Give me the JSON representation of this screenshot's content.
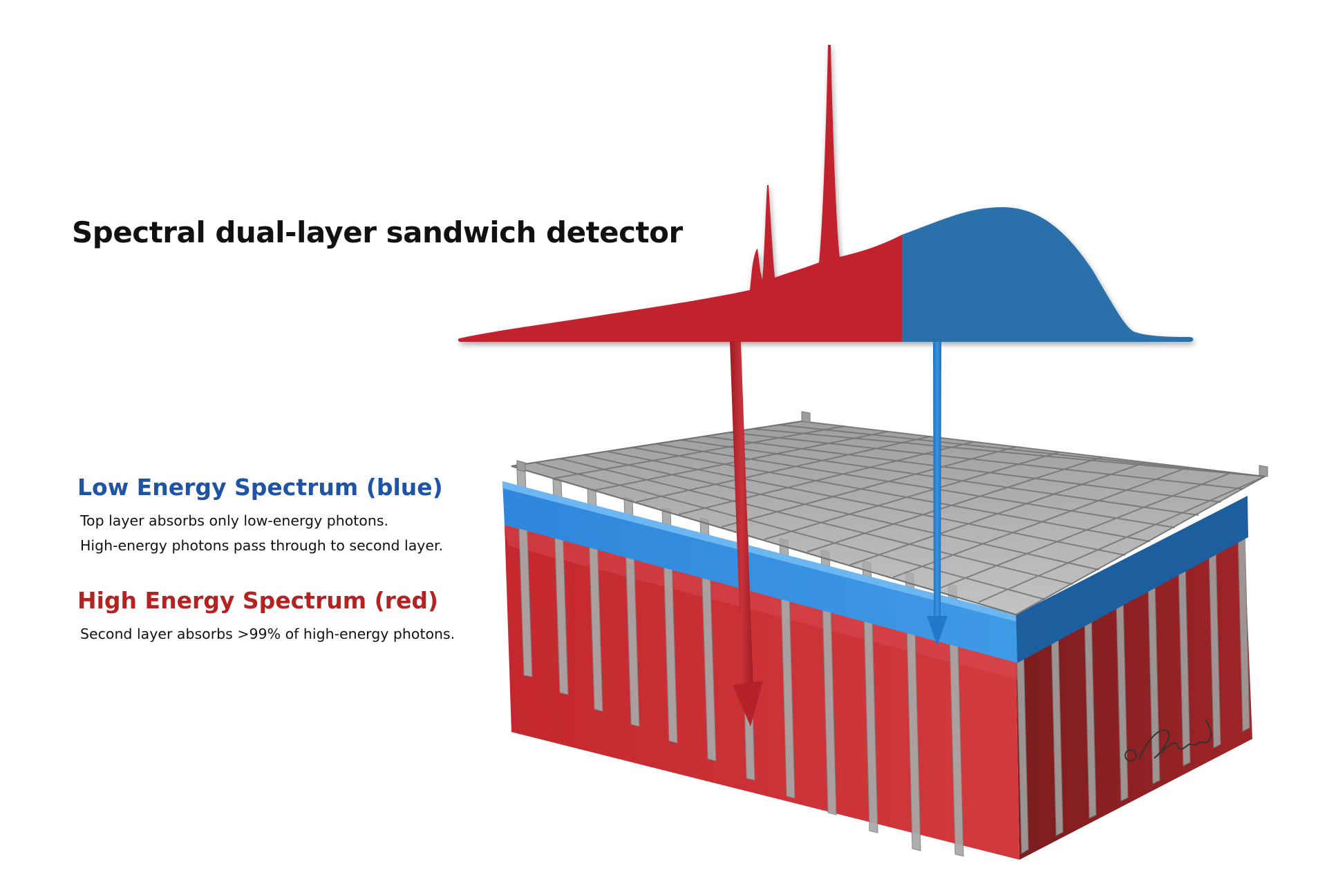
{
  "title": "Spectral dual-layer sandwich detector",
  "low_energy": {
    "heading": "Low Energy Spectrum (blue)",
    "lines": [
      "Top layer absorbs only low-energy photons.",
      "High-energy photons pass through to second layer."
    ],
    "color": "#3a8fdc"
  },
  "high_energy": {
    "heading": "High Energy Spectrum (red)",
    "lines": [
      "Second layer absorbs >99% of high-energy photons."
    ],
    "color": "#c62a33"
  },
  "grid_color": "#9a9a9a",
  "signature": "© GMoore"
}
